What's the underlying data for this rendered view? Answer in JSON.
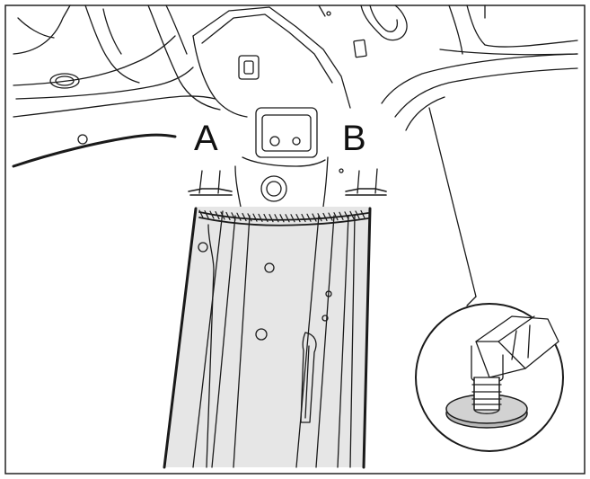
{
  "labels": {
    "a": "A",
    "b": "B"
  },
  "colors": {
    "stroke": "#1a1a1a",
    "pillar_fill": "#e6e6e6",
    "washer_fill": "#b9b9b9",
    "background": "#ffffff"
  },
  "parts": {
    "pillar": "body-pillar-section",
    "weld_seam": "cut-line",
    "inset": "detail-stud-with-washer"
  }
}
